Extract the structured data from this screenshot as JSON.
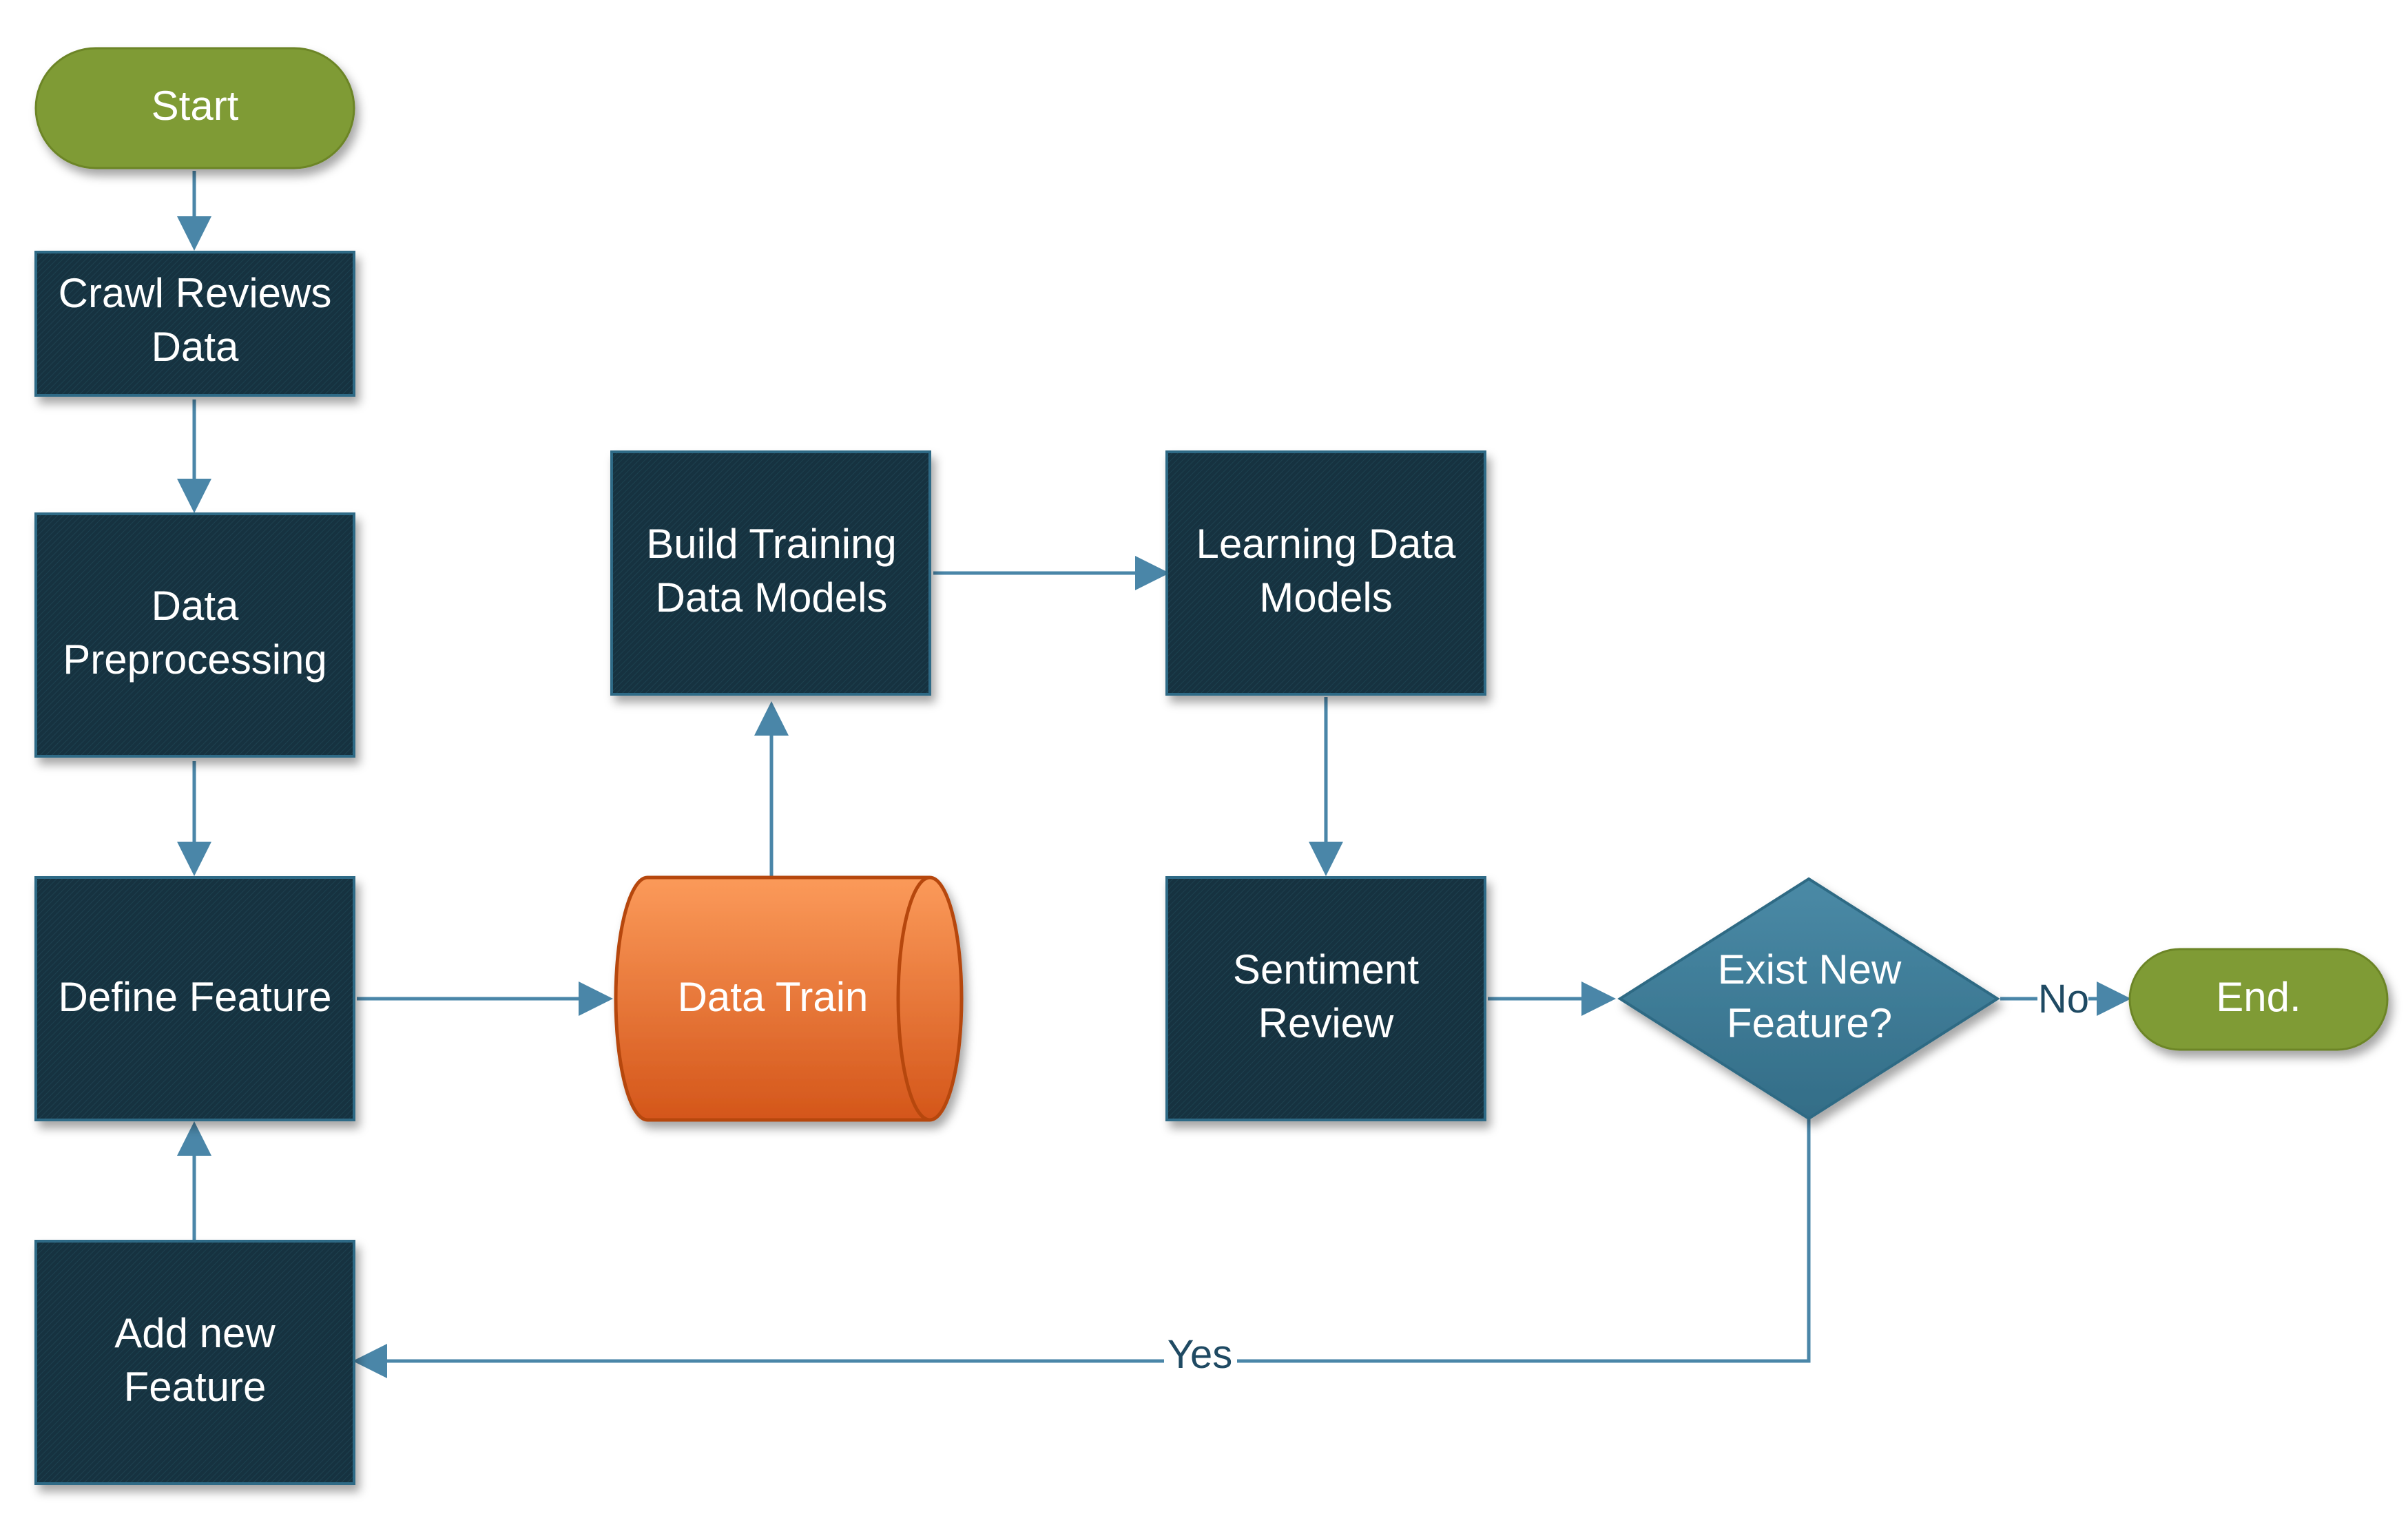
{
  "diagram": {
    "colors": {
      "process_fill": "#17323f",
      "process_stroke": "#2e6b86",
      "terminal_fill": "#7f9b34",
      "datastore_fill": "#f07a3a",
      "decision_fill": "#3e7c97",
      "connector": "#4a86a8",
      "edge_label": "#1f4a63"
    },
    "nodes": {
      "start": {
        "lines": [
          "Start"
        ]
      },
      "crawl": {
        "lines": [
          "Crawl Reviews",
          "Data"
        ]
      },
      "preprocess": {
        "lines": [
          "Data",
          "Preprocessing"
        ]
      },
      "define": {
        "lines": [
          "Define Feature"
        ]
      },
      "add": {
        "lines": [
          "Add new",
          "Feature"
        ]
      },
      "train": {
        "lines": [
          "Data Train"
        ]
      },
      "build": {
        "lines": [
          "Build Training",
          "Data Models"
        ]
      },
      "learn": {
        "lines": [
          "Learning Data",
          "Models"
        ]
      },
      "sentiment": {
        "lines": [
          "Sentiment",
          "Review"
        ]
      },
      "decision": {
        "lines": [
          "Exist New",
          "Feature?"
        ]
      },
      "end": {
        "lines": [
          "End."
        ]
      }
    },
    "edge_labels": {
      "no": "No",
      "yes": "Yes"
    }
  }
}
